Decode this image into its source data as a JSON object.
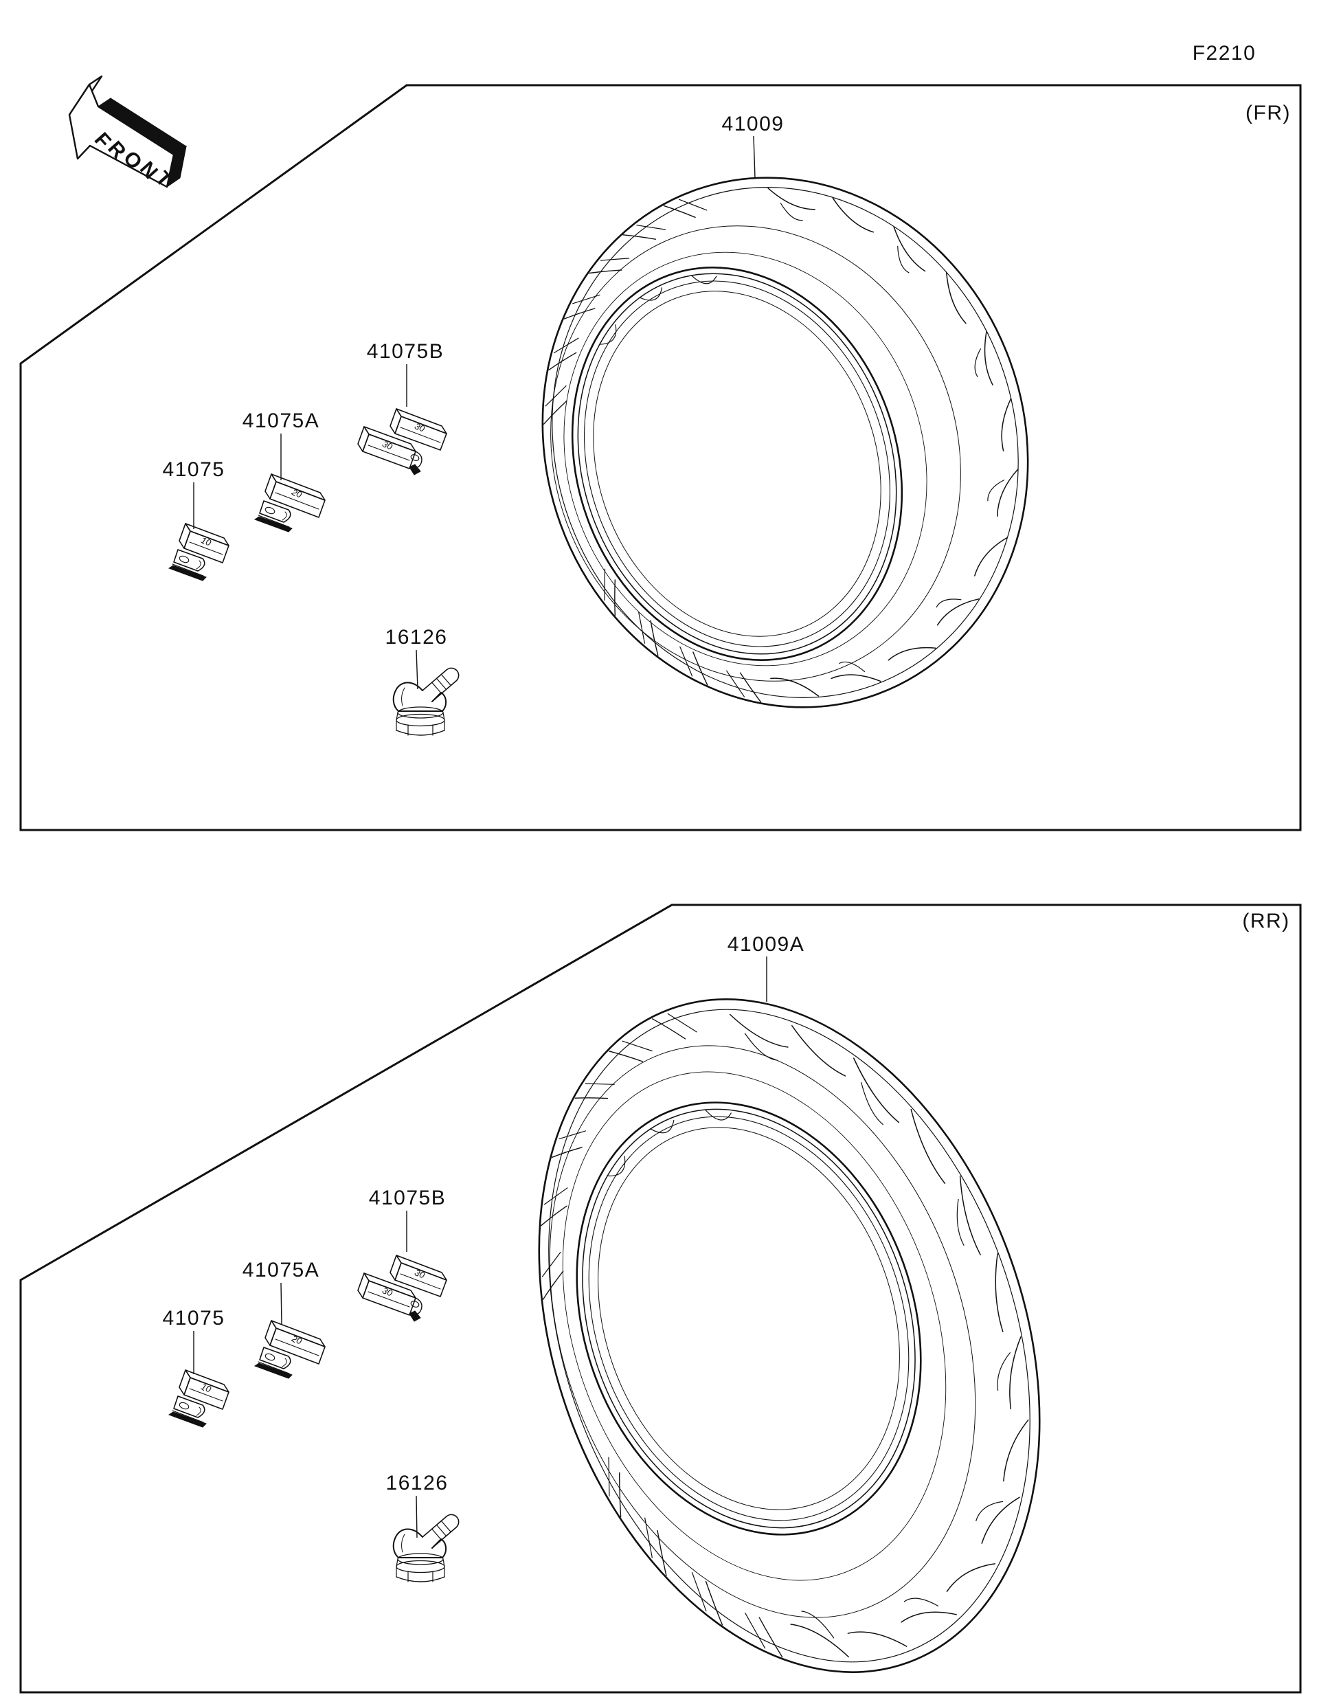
{
  "page": {
    "code": "F2210"
  },
  "front_arrow": {
    "label": "FRONT"
  },
  "panels": [
    {
      "id": "front",
      "corner_tag": "(FR)",
      "tire": {
        "label": "41009"
      },
      "parts": [
        {
          "ref": "41075",
          "stamp": "10"
        },
        {
          "ref": "41075A",
          "stamp": "20"
        },
        {
          "ref": "41075B",
          "stamp": "30"
        },
        {
          "ref": "16126"
        }
      ]
    },
    {
      "id": "rear",
      "corner_tag": "(RR)",
      "tire": {
        "label": "41009A"
      },
      "parts": [
        {
          "ref": "41075",
          "stamp": "10"
        },
        {
          "ref": "41075A",
          "stamp": "20"
        },
        {
          "ref": "41075B",
          "stamp": "30"
        },
        {
          "ref": "16126"
        }
      ]
    }
  ],
  "colors": {
    "ink": "#111111",
    "paper": "#ffffff"
  }
}
